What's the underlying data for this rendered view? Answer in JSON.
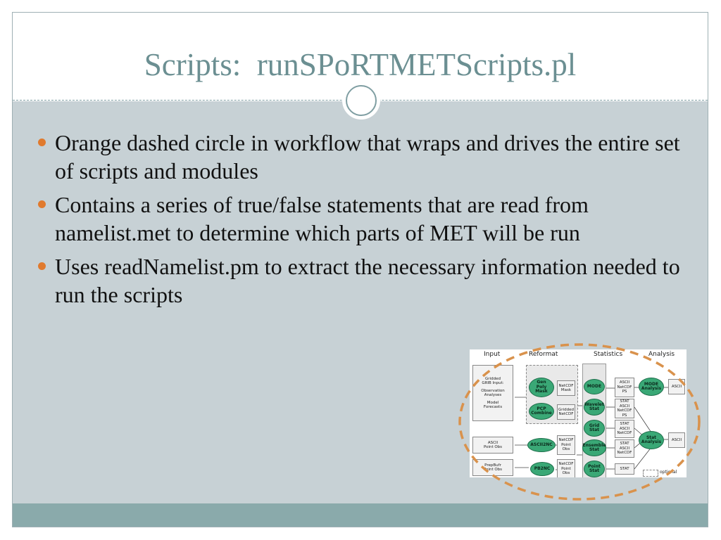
{
  "slide": {
    "title": "Scripts:  runSPoRTMETScripts.pl",
    "bullets": [
      "Orange dashed circle in workflow that wraps and drives the entire set of scripts and modules",
      "Contains a series of true/false statements that are read from namelist.met to determine which parts of MET will be run",
      "Uses readNamelist.pm to extract the necessary information needed to run the scripts"
    ]
  },
  "colors": {
    "title": "#6b8f92",
    "content_bg": "#c7d1d5",
    "footer": "#8aaaab",
    "bullet": "#e07a2e",
    "orange_circle": "#d9924c",
    "tool_green": "#3aa876"
  },
  "workflow": {
    "columns": [
      "Input",
      "Reformat",
      "Statistics",
      "Analysis"
    ],
    "inputs": {
      "gridded": [
        "Gridded",
        "GRIB Input:",
        "",
        "Observation",
        "Analyses",
        "",
        "Model",
        "Forecasts"
      ],
      "ascii_point": [
        "ASCII",
        "Point Obs"
      ],
      "prepbufr": [
        "PrepBufr",
        "Point Obs"
      ]
    },
    "reformat_tools": {
      "gen_poly_mask": [
        "Gen",
        "Poly",
        "Mask"
      ],
      "pcp_combine": [
        "PCP",
        "Combine"
      ],
      "ascii2nc": [
        "ASCII2NC"
      ],
      "pb2nc": [
        "PB2NC"
      ]
    },
    "reformat_outputs": {
      "netcdf_mask": [
        "NetCDF",
        "Mask"
      ],
      "gridded_netcdf": [
        "Gridded",
        "NetCDF"
      ],
      "netcdf_point_obs_1": [
        "NetCDF",
        "Point",
        "Obs"
      ],
      "netcdf_point_obs_2": [
        "NetCDF",
        "Point",
        "Obs"
      ]
    },
    "stat_tools": {
      "mode": [
        "MODE"
      ],
      "wavelet_stat": [
        "Wavelet",
        "Stat"
      ],
      "grid_stat": [
        "Grid",
        "Stat"
      ],
      "ensemble_stat": [
        "Ensemble",
        "Stat"
      ],
      "point_stat": [
        "Point",
        "Stat"
      ]
    },
    "stat_outputs": {
      "mode_out": [
        "ASCII",
        "NetCDF",
        "PS"
      ],
      "wavelet_out": [
        "STAT",
        "ASCII",
        "NetCDF",
        "PS"
      ],
      "grid_out": [
        "STAT",
        "ASCII",
        "NetCDF"
      ],
      "ensemble_out": [
        "STAT",
        "ASCII",
        "NetCDF"
      ],
      "point_out": [
        "STAT"
      ]
    },
    "analysis_tools": {
      "mode_analysis": [
        "MODE",
        "Analysis"
      ],
      "stat_analysis": [
        "Stat",
        "Analysis"
      ]
    },
    "analysis_outputs": {
      "mode_ascii": [
        "ASCII"
      ],
      "stat_ascii": [
        "ASCII"
      ]
    },
    "legend": "optional"
  }
}
